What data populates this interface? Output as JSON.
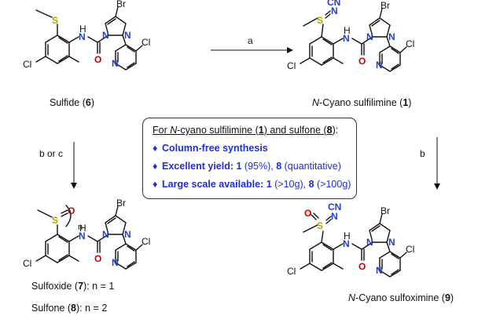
{
  "compounds": {
    "sulfide": {
      "name": "Sulfide",
      "number": "6"
    },
    "sulfilimine": {
      "prefix": "N",
      "name": "-Cyano sulfilimine",
      "number": "1"
    },
    "sulfoxide": {
      "name": "Sulfoxide",
      "number": "7",
      "condition": ": n = 1"
    },
    "sulfone": {
      "name": "Sulfone",
      "number": "8",
      "condition": ": n = 2"
    },
    "sulfoximine": {
      "prefix": "N",
      "name": "-Cyano sulfoximine",
      "number": "9"
    }
  },
  "reagents": {
    "a": "a",
    "b_or_c": "b or c",
    "b": "b"
  },
  "atoms": {
    "Br": "Br",
    "Cl": "Cl",
    "N": "N",
    "H": "H",
    "O": "O",
    "S": "S",
    "CN": "CN",
    "n": "n"
  },
  "box": {
    "head_prefix": "For ",
    "head_n": "N",
    "head_sulfilimine": "-cyano sulfilimine (",
    "head_one": "1",
    "head_mid": ") and sulfone (",
    "head_eight": "8",
    "head_end": "):",
    "bullet": "♦",
    "items": [
      {
        "bold": "Column-free synthesis",
        "rest": ""
      },
      {
        "bold": "Excellent yield: 1",
        "rest_a": " (95%), ",
        "bold2": "8",
        "rest_b": " (quantitative)"
      },
      {
        "bold": "Large scale available: 1",
        "rest_a": " (>10g), ",
        "bold2": "8",
        "rest_b": " (>100g)"
      }
    ]
  },
  "colors": {
    "sulfur": "#b8a600",
    "oxygen": "#d10000",
    "nitrogen": "#1f3fd6",
    "box_text": "#1f2fd0"
  }
}
